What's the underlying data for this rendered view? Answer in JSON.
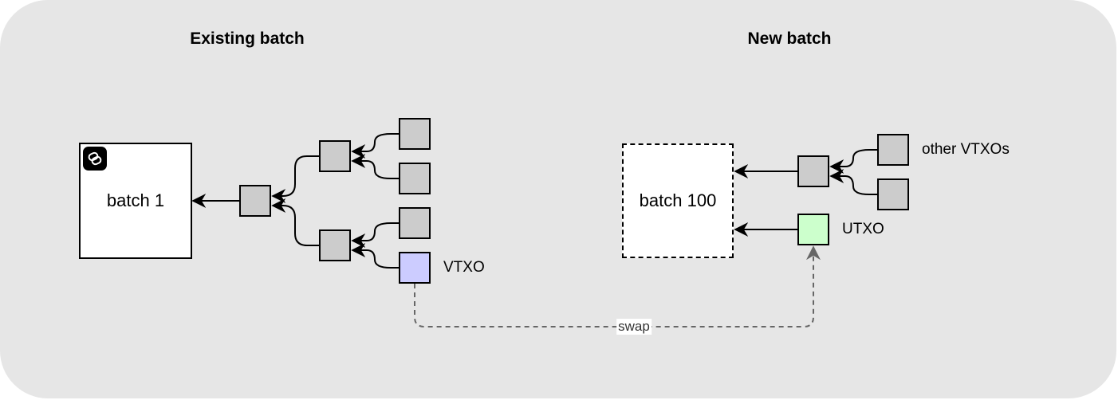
{
  "sections": {
    "existing_title": "Existing batch",
    "new_title": "New batch"
  },
  "nodes": {
    "batch_1": "batch 1",
    "batch_100": "batch 100",
    "vtxo_label": "VTXO",
    "utxo_label": "UTXO",
    "other_vtxos_label": "other VTXOs"
  },
  "edges": {
    "swap_label": "swap"
  },
  "icons": {
    "logo": "chain-link-logo-icon"
  },
  "colors": {
    "panel": "#e6e6e6",
    "node_gray": "#cccccc",
    "vtxo": "#ccccff",
    "utxo": "#ccffcc",
    "swap_line": "#666666"
  }
}
